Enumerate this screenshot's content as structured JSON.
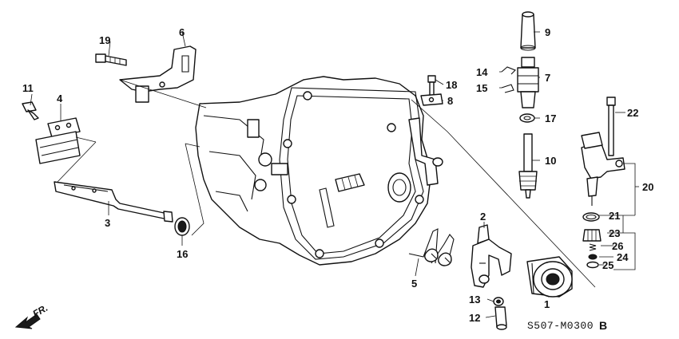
{
  "diagram": {
    "callouts": [
      "1",
      "2",
      "3",
      "4",
      "5",
      "6",
      "7",
      "8",
      "9",
      "10",
      "11",
      "12",
      "13",
      "14",
      "15",
      "16",
      "17",
      "18",
      "19",
      "20",
      "21",
      "22",
      "23",
      "24",
      "25",
      "26"
    ],
    "part_code": "S507-M0300",
    "part_code_suffix": "B",
    "direction_label": "FR."
  },
  "colors": {
    "ink": "#111111",
    "background": "#ffffff"
  },
  "icons": {
    "direction": "front-arrow-icon"
  }
}
